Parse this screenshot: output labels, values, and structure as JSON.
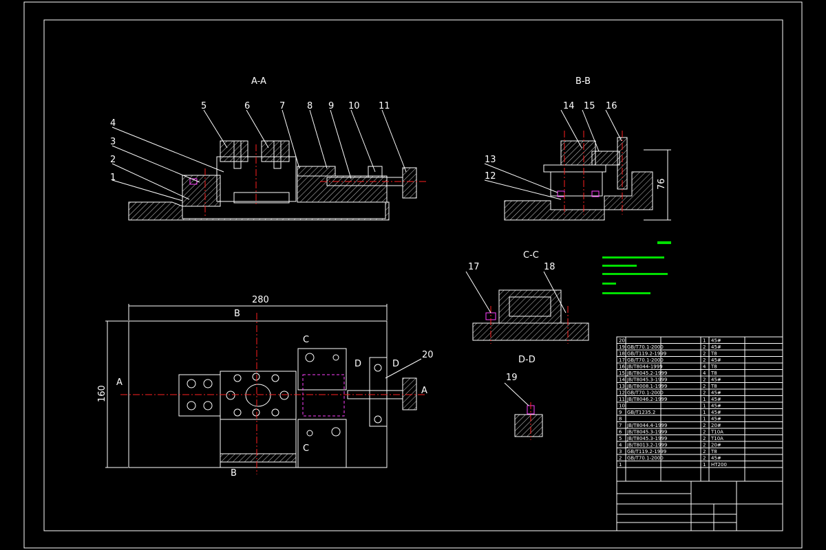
{
  "views": {
    "aa": "A-A",
    "bb": "B-B",
    "cc": "C-C",
    "dd": "D-D"
  },
  "balloons_aa": [
    "1",
    "2",
    "3",
    "4",
    "5",
    "6",
    "7",
    "8",
    "9",
    "10",
    "11"
  ],
  "balloons_bb": [
    "12",
    "13",
    "14",
    "15",
    "16"
  ],
  "balloons_cc": [
    "17",
    "18"
  ],
  "balloon_dd": "19",
  "balloon_plan": "20",
  "dims": {
    "width": "280",
    "height": "160",
    "bb_height": "76"
  },
  "plan_labels": {
    "b_top": "B",
    "b_bottom": "B",
    "a_left": "A",
    "a_right": "A",
    "c_top": "C",
    "c_bottom": "C",
    "d_left": "D",
    "d_right": "D"
  },
  "colors": {
    "background": "#000000",
    "lines": "#ffffff",
    "notes": "#00e000",
    "center": "#ff2020",
    "hidden": "#ff40ff"
  },
  "bom": {
    "rows": [
      {
        "no": "20",
        "code": "",
        "name": "",
        "qty": "1",
        "mat": "45#"
      },
      {
        "no": "19",
        "code": "GB/T70.1-2000",
        "name": "",
        "qty": "2",
        "mat": "45#"
      },
      {
        "no": "18",
        "code": "GB/T119.2-1999",
        "name": "",
        "qty": "2",
        "mat": "T8"
      },
      {
        "no": "17",
        "code": "GB/T70.1-2000",
        "name": "",
        "qty": "2",
        "mat": "45#"
      },
      {
        "no": "16",
        "code": "JB/T8044-1999",
        "name": "",
        "qty": "4",
        "mat": "T8"
      },
      {
        "no": "15",
        "code": "JB/T8045.2-1999",
        "name": "",
        "qty": "4",
        "mat": "T8"
      },
      {
        "no": "14",
        "code": "JB/T8045.3-1999",
        "name": "",
        "qty": "2",
        "mat": "45#"
      },
      {
        "no": "13",
        "code": "JB/T8008.1-1999",
        "name": "",
        "qty": "2",
        "mat": "T8"
      },
      {
        "no": "12",
        "code": "GB/T70.1-2000",
        "name": "",
        "qty": "2",
        "mat": "45#"
      },
      {
        "no": "11",
        "code": "JB/T8046.2-1999",
        "name": "",
        "qty": "1",
        "mat": "45#"
      },
      {
        "no": "10",
        "code": "",
        "name": "",
        "qty": "1",
        "mat": "45#"
      },
      {
        "no": "9",
        "code": "GB/T1235.2",
        "name": "",
        "qty": "1",
        "mat": "45#"
      },
      {
        "no": "8",
        "code": "",
        "name": "",
        "qty": "1",
        "mat": "45#"
      },
      {
        "no": "7",
        "code": "JB/T8044.4-1999",
        "name": "",
        "qty": "2",
        "mat": "20#"
      },
      {
        "no": "6",
        "code": "JB/T8045.3-1999",
        "name": "",
        "qty": "2",
        "mat": "T10A"
      },
      {
        "no": "5",
        "code": "JB/T8045.3-1999",
        "name": "",
        "qty": "2",
        "mat": "T10A"
      },
      {
        "no": "4",
        "code": "JB/T8013.2-1999",
        "name": "",
        "qty": "2",
        "mat": "20#"
      },
      {
        "no": "3",
        "code": "GB/T119.2-1999",
        "name": "",
        "qty": "2",
        "mat": "T8"
      },
      {
        "no": "2",
        "code": "GB/T70.1-2000",
        "name": "",
        "qty": "2",
        "mat": "45#"
      },
      {
        "no": "1",
        "code": "",
        "name": "",
        "qty": "1",
        "mat": "HT200"
      }
    ]
  }
}
